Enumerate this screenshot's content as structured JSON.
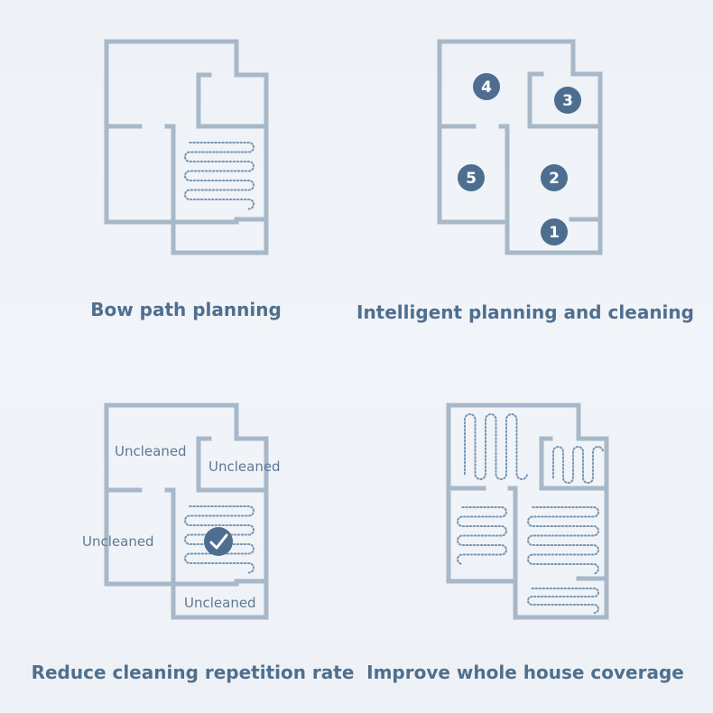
{
  "panels": [
    {
      "caption": "Bow path planning"
    },
    {
      "caption": "Intelligent planning and cleaning",
      "zones": [
        "4",
        "3",
        "5",
        "2",
        "1"
      ]
    },
    {
      "caption": "Reduce cleaning repetition rate",
      "labels": [
        "Uncleaned",
        "Uncleaned",
        "Uncleaned",
        "Uncleaned"
      ]
    },
    {
      "caption": "Improve whole house coverage"
    }
  ],
  "colors": {
    "wall": "#a7b8c9",
    "accent": "#4f6f8f",
    "badge": "#4d6e8f",
    "path": "#7a96b3"
  },
  "icons": {
    "checkmark": "check-icon"
  }
}
